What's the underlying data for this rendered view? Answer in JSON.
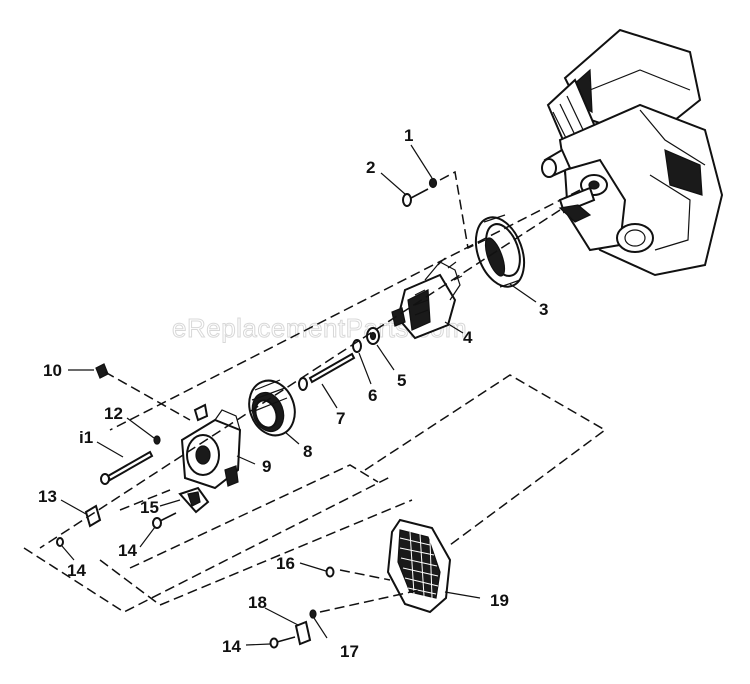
{
  "watermark": "eReplacementParts.com",
  "callouts": {
    "c1": "1",
    "c2": "2",
    "c3": "3",
    "c4": "4",
    "c5": "5",
    "c6": "6",
    "c7": "7",
    "c8": "8",
    "c9": "9",
    "c10": "10",
    "c11": "i1",
    "c12": "12",
    "c13": "13",
    "c14a": "14",
    "c14b": "14",
    "c14c": "14",
    "c15": "15",
    "c16": "16",
    "c17": "17",
    "c18": "18",
    "c19": "19"
  }
}
